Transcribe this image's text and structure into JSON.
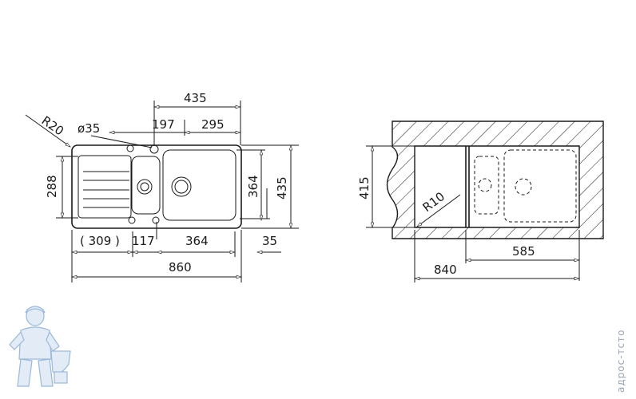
{
  "left_view": {
    "dims": {
      "top_435": "435",
      "d_phi": "ø35",
      "d197": "197",
      "d295": "295",
      "r20": "R20",
      "h288": "288",
      "h364": "364",
      "h435": "435",
      "b309": "( 309 )",
      "b117": "117",
      "b364": "364",
      "b35": "35",
      "total": "860"
    }
  },
  "right_view": {
    "dims": {
      "h415": "415",
      "r10": "R10",
      "w585": "585",
      "w840": "840"
    }
  },
  "watermark": "адрос-тсто"
}
